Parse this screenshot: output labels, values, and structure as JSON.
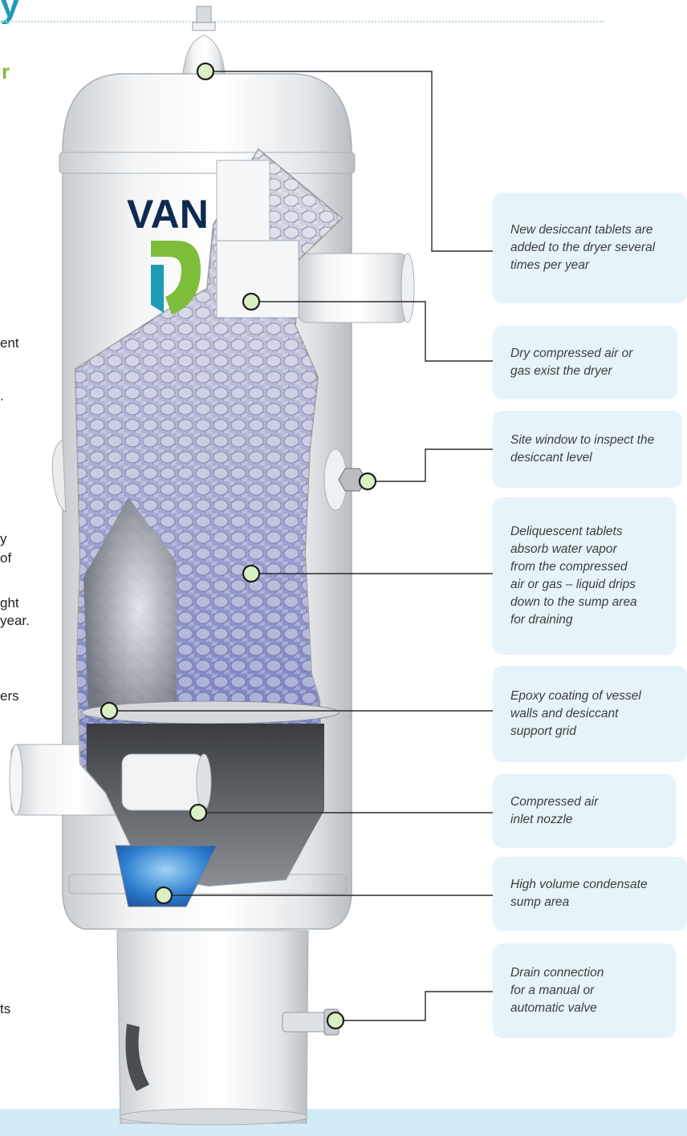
{
  "brand": {
    "logo_text": "VAN",
    "colors": {
      "teal": "#1e9bb5",
      "green": "#7dbd3b",
      "callout_bg": "#e6f3f9",
      "band": "#d3ebf4"
    }
  },
  "header": {
    "partial_title": "y",
    "partial_subtitle": "r"
  },
  "left_fragments": [
    "ent",
    ".",
    "y",
    "of",
    "ght",
    "year.",
    "ers",
    "ts"
  ],
  "callouts": [
    {
      "text": "New desiccant tablets are\nadded to the dryer several\ntimes per year"
    },
    {
      "text": "Dry compressed air or\ngas exist the dryer"
    },
    {
      "text": "Site window to inspect the\ndesiccant level"
    },
    {
      "text": "Deliquescent tablets\nabsorb water vapor\nfrom the compressed\nair or gas – liquid drips\ndown to the sump area\nfor draining"
    },
    {
      "text": "Epoxy coating of vessel\nwalls and desiccant\nsupport grid"
    },
    {
      "text": "Compressed air\ninlet nozzle"
    },
    {
      "text": "High  volume condensate\nsump area"
    },
    {
      "text": "Drain connection\nfor a manual or\nautomatic valve"
    }
  ]
}
